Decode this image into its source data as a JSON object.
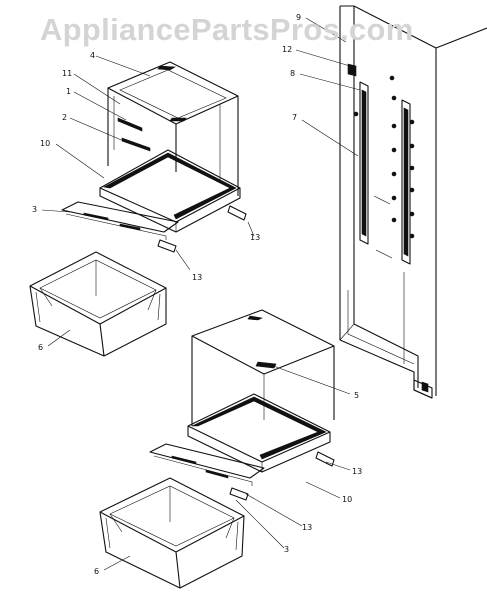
{
  "watermark": "AppliancePartsPros.com",
  "callouts": {
    "c4": "4",
    "c11": "11",
    "c1": "1",
    "c2": "2",
    "c10a": "10",
    "c3a": "3",
    "c13a": "13",
    "c13b": "13",
    "c6a": "6",
    "c9": "9",
    "c12": "12",
    "c8": "8",
    "c7": "7",
    "c5": "5",
    "c13c": "13",
    "c10b": "10",
    "c13d": "13",
    "c3b": "3",
    "c6b": "6"
  },
  "colors": {
    "line": "#111111",
    "watermark": "#d4d4d4",
    "background": "#ffffff"
  }
}
